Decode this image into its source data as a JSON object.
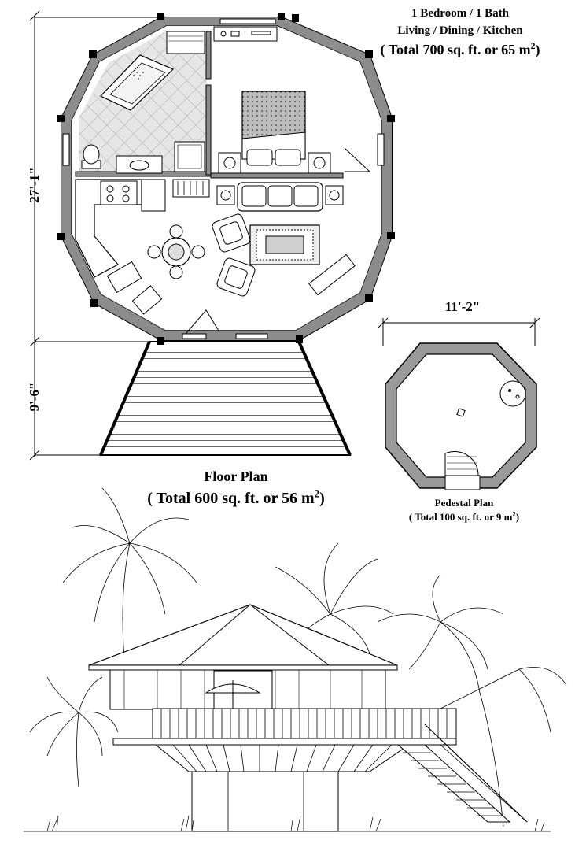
{
  "header": {
    "line1": "1 Bedroom / 1 Bath",
    "line2": "Living / Dining / Kitchen",
    "line3_prefix": "( Total 700 sq. ft. or 65 m",
    "line3_sup": "2",
    "line3_suffix": ")"
  },
  "floor_plan": {
    "title": "Floor Plan",
    "total_prefix": "( Total 600 sq. ft. or 56 m",
    "total_sup": "2",
    "total_suffix": ")",
    "dim_height": "27'-1\"",
    "dim_deck": "9'-6\""
  },
  "pedestal_plan": {
    "title": "Pedestal Plan",
    "total_prefix": "( Total 100 sq. ft. or 9 m",
    "total_sup": "2",
    "total_suffix": ")",
    "dim_width": "11'-2\""
  },
  "colors": {
    "wall": "#8c8c8c",
    "ink": "#000000",
    "tile": "#d8d8d8"
  }
}
